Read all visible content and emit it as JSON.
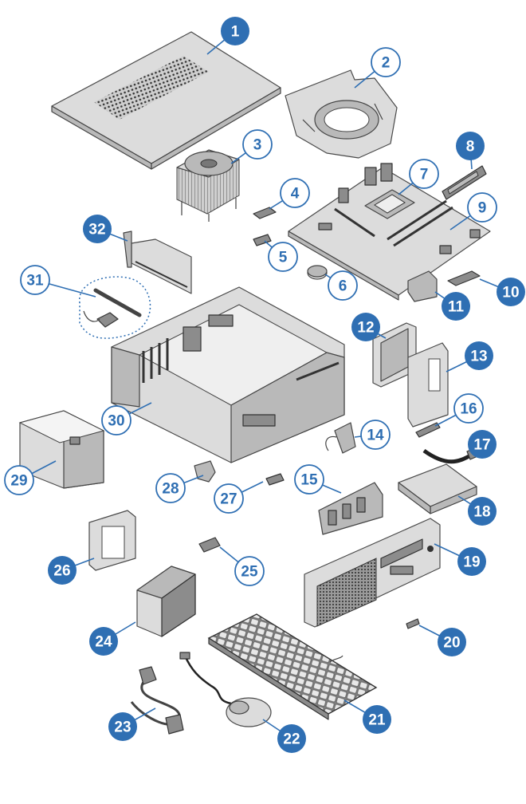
{
  "colors": {
    "callout_filled": "#2f6fb3",
    "callout_outline": "#2f6fb3",
    "callout_text_filled": "#ffffff",
    "callout_text_outline": "#2f6fb3"
  },
  "callouts": [
    {
      "label": "1",
      "style": "filled"
    },
    {
      "label": "2",
      "style": "outline"
    },
    {
      "label": "3",
      "style": "outline"
    },
    {
      "label": "4",
      "style": "outline"
    },
    {
      "label": "5",
      "style": "outline"
    },
    {
      "label": "6",
      "style": "outline"
    },
    {
      "label": "7",
      "style": "outline"
    },
    {
      "label": "8",
      "style": "filled"
    },
    {
      "label": "9",
      "style": "outline"
    },
    {
      "label": "10",
      "style": "filled"
    },
    {
      "label": "11",
      "style": "filled"
    },
    {
      "label": "12",
      "style": "filled"
    },
    {
      "label": "13",
      "style": "filled"
    },
    {
      "label": "14",
      "style": "outline"
    },
    {
      "label": "15",
      "style": "outline"
    },
    {
      "label": "16",
      "style": "outline"
    },
    {
      "label": "17",
      "style": "filled"
    },
    {
      "label": "18",
      "style": "filled"
    },
    {
      "label": "19",
      "style": "filled"
    },
    {
      "label": "20",
      "style": "filled"
    },
    {
      "label": "21",
      "style": "filled"
    },
    {
      "label": "22",
      "style": "filled"
    },
    {
      "label": "23",
      "style": "filled"
    },
    {
      "label": "24",
      "style": "filled"
    },
    {
      "label": "25",
      "style": "outline"
    },
    {
      "label": "26",
      "style": "filled"
    },
    {
      "label": "27",
      "style": "outline"
    },
    {
      "label": "28",
      "style": "outline"
    },
    {
      "label": "29",
      "style": "outline"
    },
    {
      "label": "30",
      "style": "outline"
    },
    {
      "label": "31",
      "style": "outline"
    },
    {
      "label": "32",
      "style": "filled"
    }
  ]
}
